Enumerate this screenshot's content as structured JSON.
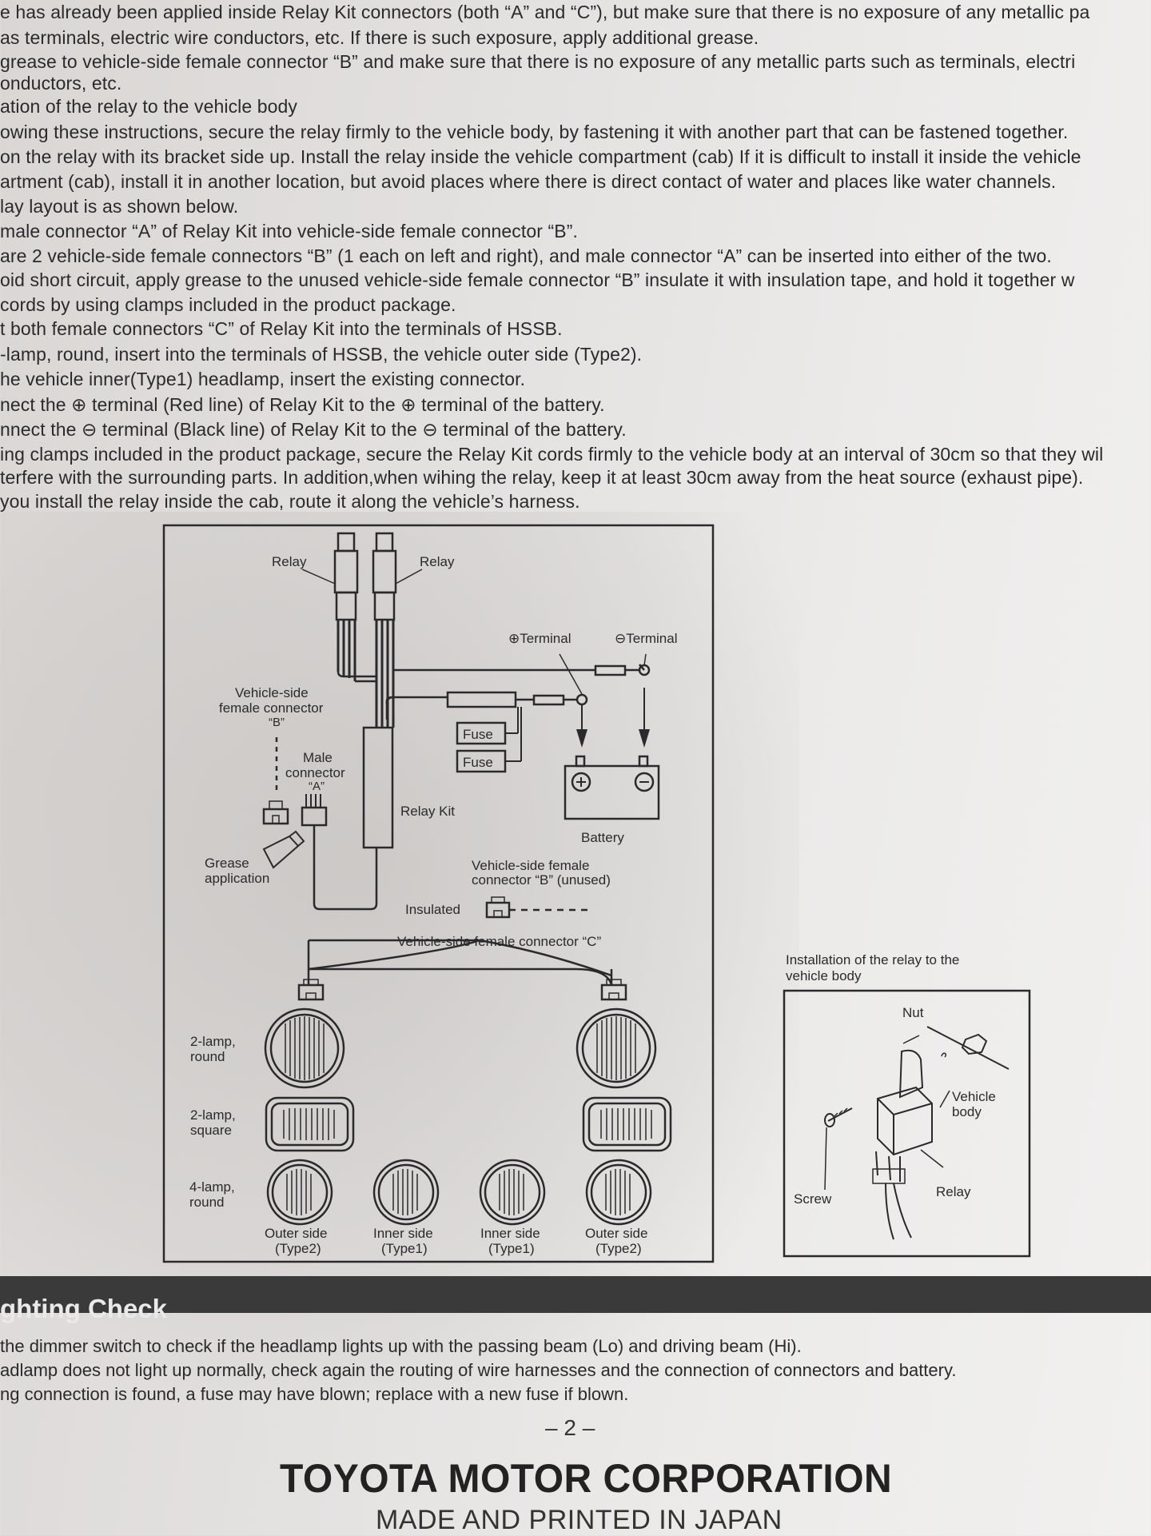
{
  "text_lines": [
    "e has already been applied inside Relay Kit connectors (both “A” and “C”), but make sure that there is no exposure of any metallic pa",
    "as terminals, electric wire conductors, etc. If there is such exposure, apply additional grease.",
    "grease to vehicle-side female connector “B” and make sure that there is no exposure of any metallic parts such as terminals, electri",
    "onductors, etc.",
    "ation of the relay to the vehicle body",
    "owing these instructions, secure the relay firmly to the vehicle body, by fastening it with another part that can be fastened together.",
    "on the relay with its bracket side up. Install the relay inside the vehicle compartment (cab) If it is difficult to install it inside the vehicle",
    "artment (cab), install it in another location, but avoid places where there is direct contact of water and places like water channels.",
    "lay layout is as shown below.",
    "male connector “A” of Relay Kit into vehicle-side female connector “B”.",
    "are 2 vehicle-side female connectors “B” (1 each on left and right), and male connector “A” can be inserted into either of the two.",
    "oid short circuit, apply grease to the unused vehicle-side female connector “B” insulate it with insulation tape, and hold it together w",
    "cords by using clamps included in the product package.",
    "t both female connectors “C” of Relay Kit into the terminals of HSSB.",
    "-lamp, round, insert into the terminals of HSSB, the vehicle outer side (Type2).",
    "he vehicle inner(Type1) headlamp, insert the existing connector.",
    "nect the ⊕ terminal (Red line) of Relay Kit to the ⊕ terminal of the battery.",
    "nnect the ⊖ terminal (Black line) of Relay Kit to the ⊖ terminal of the battery.",
    "ing clamps included in the product package, secure the Relay Kit cords firmly to the vehicle body at an interval of 30cm so that they wil",
    "terfere with the surrounding parts. In addition,when wihing the relay, keep it at least 30cm away from the heat source (exhaust pipe).",
    "you install the relay inside the cab, route it along the vehicle’s harness."
  ],
  "diagram": {
    "relay_left": "Relay",
    "relay_right": "Relay",
    "plus_terminal": "⊕Terminal",
    "minus_terminal": "⊖Terminal",
    "conn_b_1": "Vehicle-side",
    "conn_b_2": "female connector",
    "conn_b_3": "“B”",
    "male_1": "Male",
    "male_2": "connector",
    "male_3": "“A”",
    "fuse1": "Fuse",
    "fuse2": "Fuse",
    "battery_plus": "⊕",
    "battery_minus": "⊖",
    "relay_kit": "Relay Kit",
    "battery": "Battery",
    "grease_1": "Grease",
    "grease_2": "application",
    "unused_1": "Vehicle-side female",
    "unused_2": "connector “B” (unused)",
    "insulated": "Insulated",
    "conn_c": "Vehicle-side female connector “C”",
    "lamp_2round_1": "2-lamp,",
    "lamp_2round_2": "round",
    "lamp_2square_1": "2-lamp,",
    "lamp_2square_2": "square",
    "lamp_4round_1": "4-lamp,",
    "lamp_4round_2": "round",
    "outer_l_1": "Outer side",
    "outer_l_2": "(Type2)",
    "inner_l_1": "Inner side",
    "inner_l_2": "(Type1)",
    "inner_r_1": "Inner side",
    "inner_r_2": "(Type1)",
    "outer_r_1": "Outer side",
    "outer_r_2": "(Type2)"
  },
  "install": {
    "caption_1": "Installation of the relay to the",
    "caption_2": "vehicle body",
    "nut": "Nut",
    "vehicle_1": "Vehicle",
    "vehicle_2": "body",
    "relay": "Relay",
    "screw": "Screw"
  },
  "section_title": "ghting Check",
  "check_lines": [
    "the dimmer switch to check if the headlamp lights up with the passing beam (Lo) and driving beam (Hi).",
    "adlamp does not light up normally, check again the routing of wire harnesses and the connection of connectors and battery.",
    "ng connection is found, a fuse may have blown; replace with a new fuse if blown."
  ],
  "page_number": "– 2 –",
  "company": "TOYOTA MOTOR CORPORATION",
  "made_in": "MADE AND PRINTED IN JAPAN"
}
